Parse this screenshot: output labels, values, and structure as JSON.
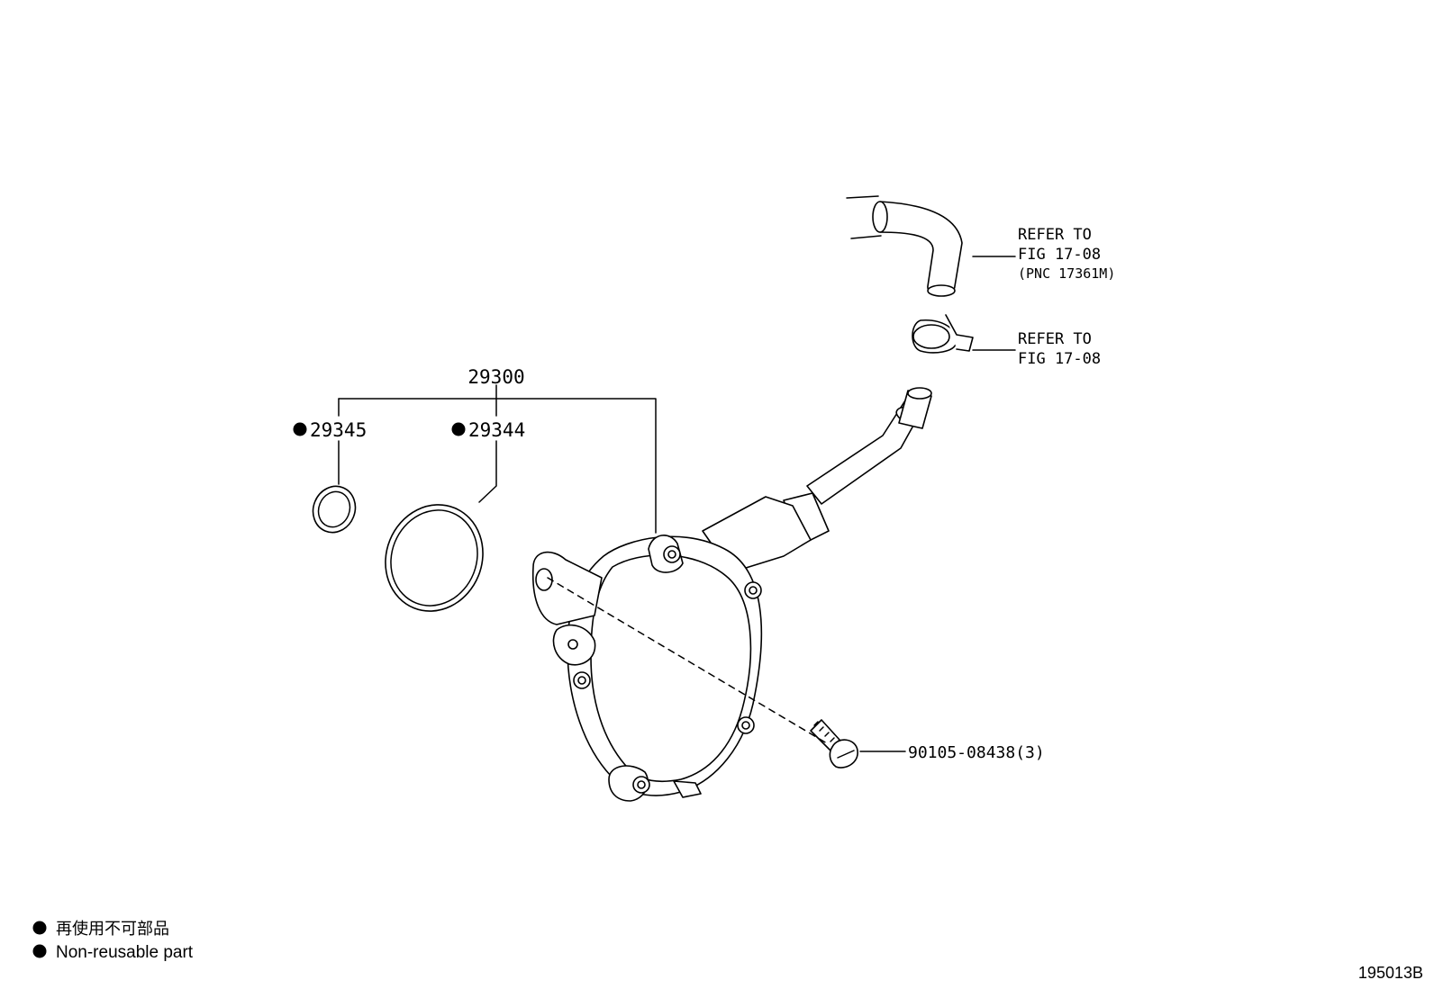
{
  "callouts": {
    "assembly": "29300",
    "small_ring": "29345",
    "large_ring": "29344",
    "bolt": "90105-08438(3)",
    "hose_ref": [
      "REFER TO",
      "FIG 17-08",
      "(PNC 17361M)"
    ],
    "clamp_ref": [
      "REFER TO",
      "FIG 17-08"
    ]
  },
  "legend": {
    "jp": "再使用不可部品",
    "en": "Non-reusable part"
  },
  "figure_id": "195013B",
  "colors": {
    "ink": "#000000",
    "paper": "#ffffff"
  }
}
